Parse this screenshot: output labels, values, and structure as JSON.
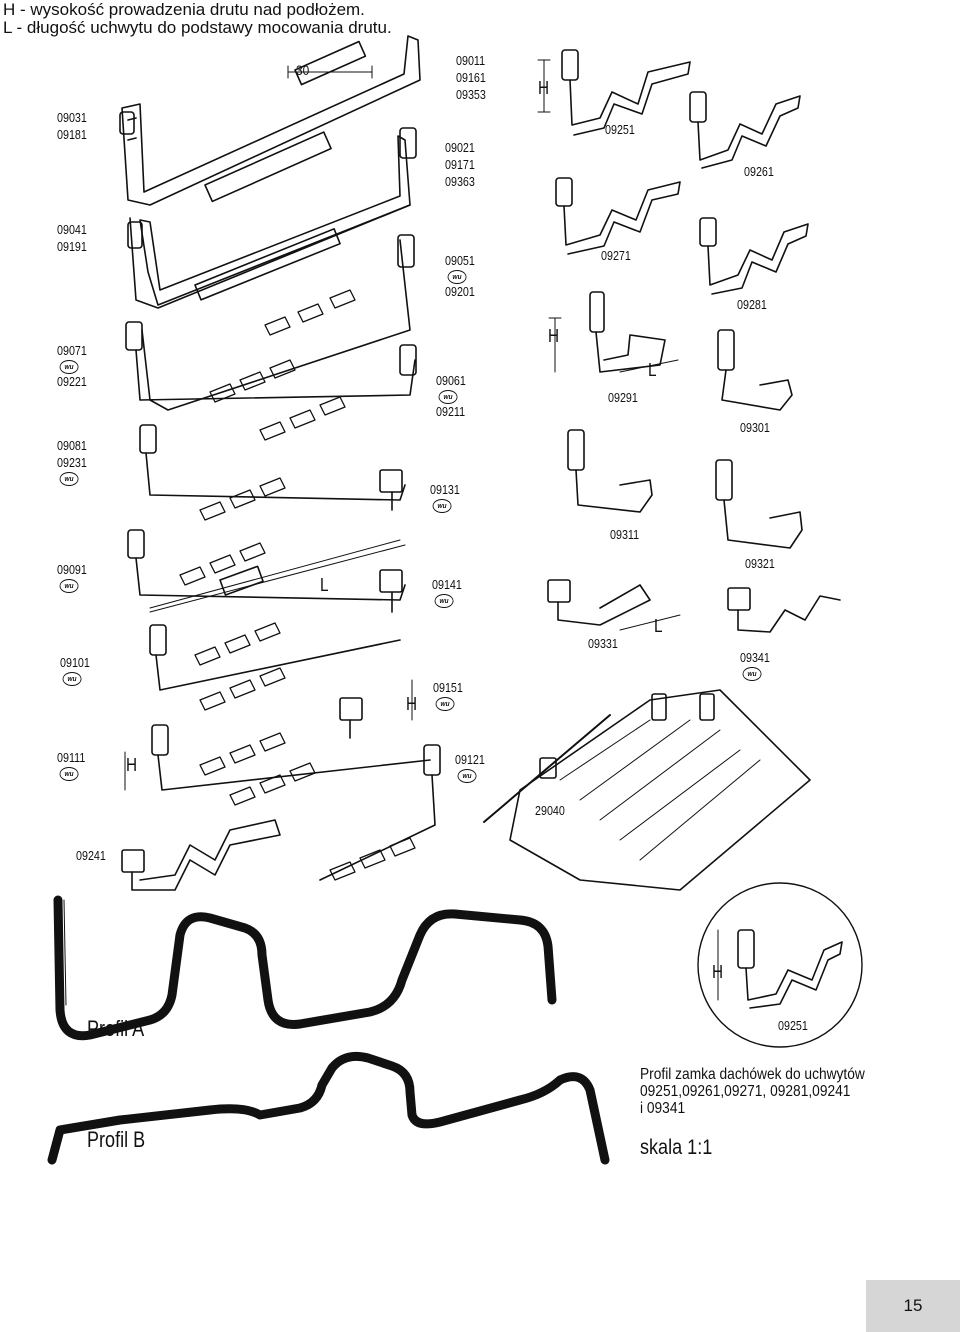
{
  "legend": {
    "h_line": "H - wysokość prowadzenia drutu nad podłożem.",
    "l_line": "L - długość uchwytu do podstawy mocowania drutu."
  },
  "dimensions": {
    "d30": "30",
    "h": "H",
    "l": "L"
  },
  "parts": {
    "p09011": [
      "09011",
      "09161",
      "09353"
    ],
    "p09031": [
      "09031",
      "09181"
    ],
    "p09021": [
      "09021",
      "09171",
      "09363"
    ],
    "p09251_top": "09251",
    "p09261": "09261",
    "p09041": [
      "09041",
      "09191"
    ],
    "p09051": [
      "09051",
      "09201"
    ],
    "p09271": "09271",
    "p09281": "09281",
    "p09071": [
      "09071",
      "09221"
    ],
    "p09061": [
      "09061",
      "09211"
    ],
    "p09291": "09291",
    "p09081": [
      "09081",
      "09231"
    ],
    "p09301": "09301",
    "p09131": "09131",
    "p09311": "09311",
    "p09091": "09091",
    "p09141": "09141",
    "p09321": "09321",
    "p09331": "09331",
    "p09101": "09101",
    "p09341": "09341",
    "p09151": "09151",
    "p09111": "09111",
    "p09121": "09121",
    "p29040": "29040",
    "p09241": "09241",
    "p09251_detail": "09251"
  },
  "wu_mark": "wu",
  "profiles": {
    "a": "Profil A",
    "b": "Profil B"
  },
  "note": {
    "line1": "Profil zamka dachówek do uchwytów",
    "line2": "09251,09261,09271, 09281,09241",
    "line3": "i 09341"
  },
  "scale": "skala 1:1",
  "page_number": "15"
}
